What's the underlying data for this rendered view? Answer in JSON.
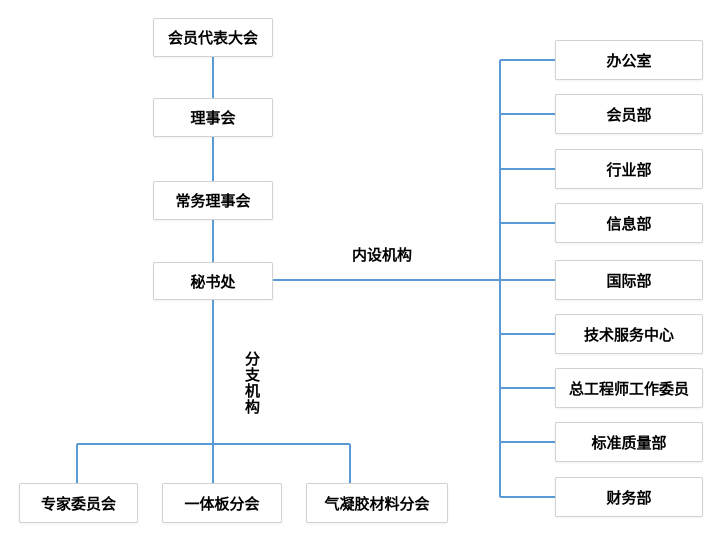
{
  "diagram": {
    "type": "org-chart",
    "main_chain": [
      "会员代表大会",
      "理事会",
      "常务理事会",
      "秘书处"
    ],
    "branch_labels": {
      "internal": "内设机构",
      "branch": "分支机构"
    },
    "internal_departments": [
      "办公室",
      "会员部",
      "行业部",
      "信息部",
      "国际部",
      "技术服务中心",
      "总工程师工作委员",
      "标准质量部",
      "财务部"
    ],
    "branch_organizations": [
      "专家委员会",
      "一体板分会",
      "气凝胶材料分会"
    ]
  },
  "colors": {
    "connector": "#5B9BD5",
    "box_border": "#D2D2D2",
    "box_bg": "#FFFFFF",
    "text": "#000000",
    "canvas_bg": "#FFFFFF"
  }
}
